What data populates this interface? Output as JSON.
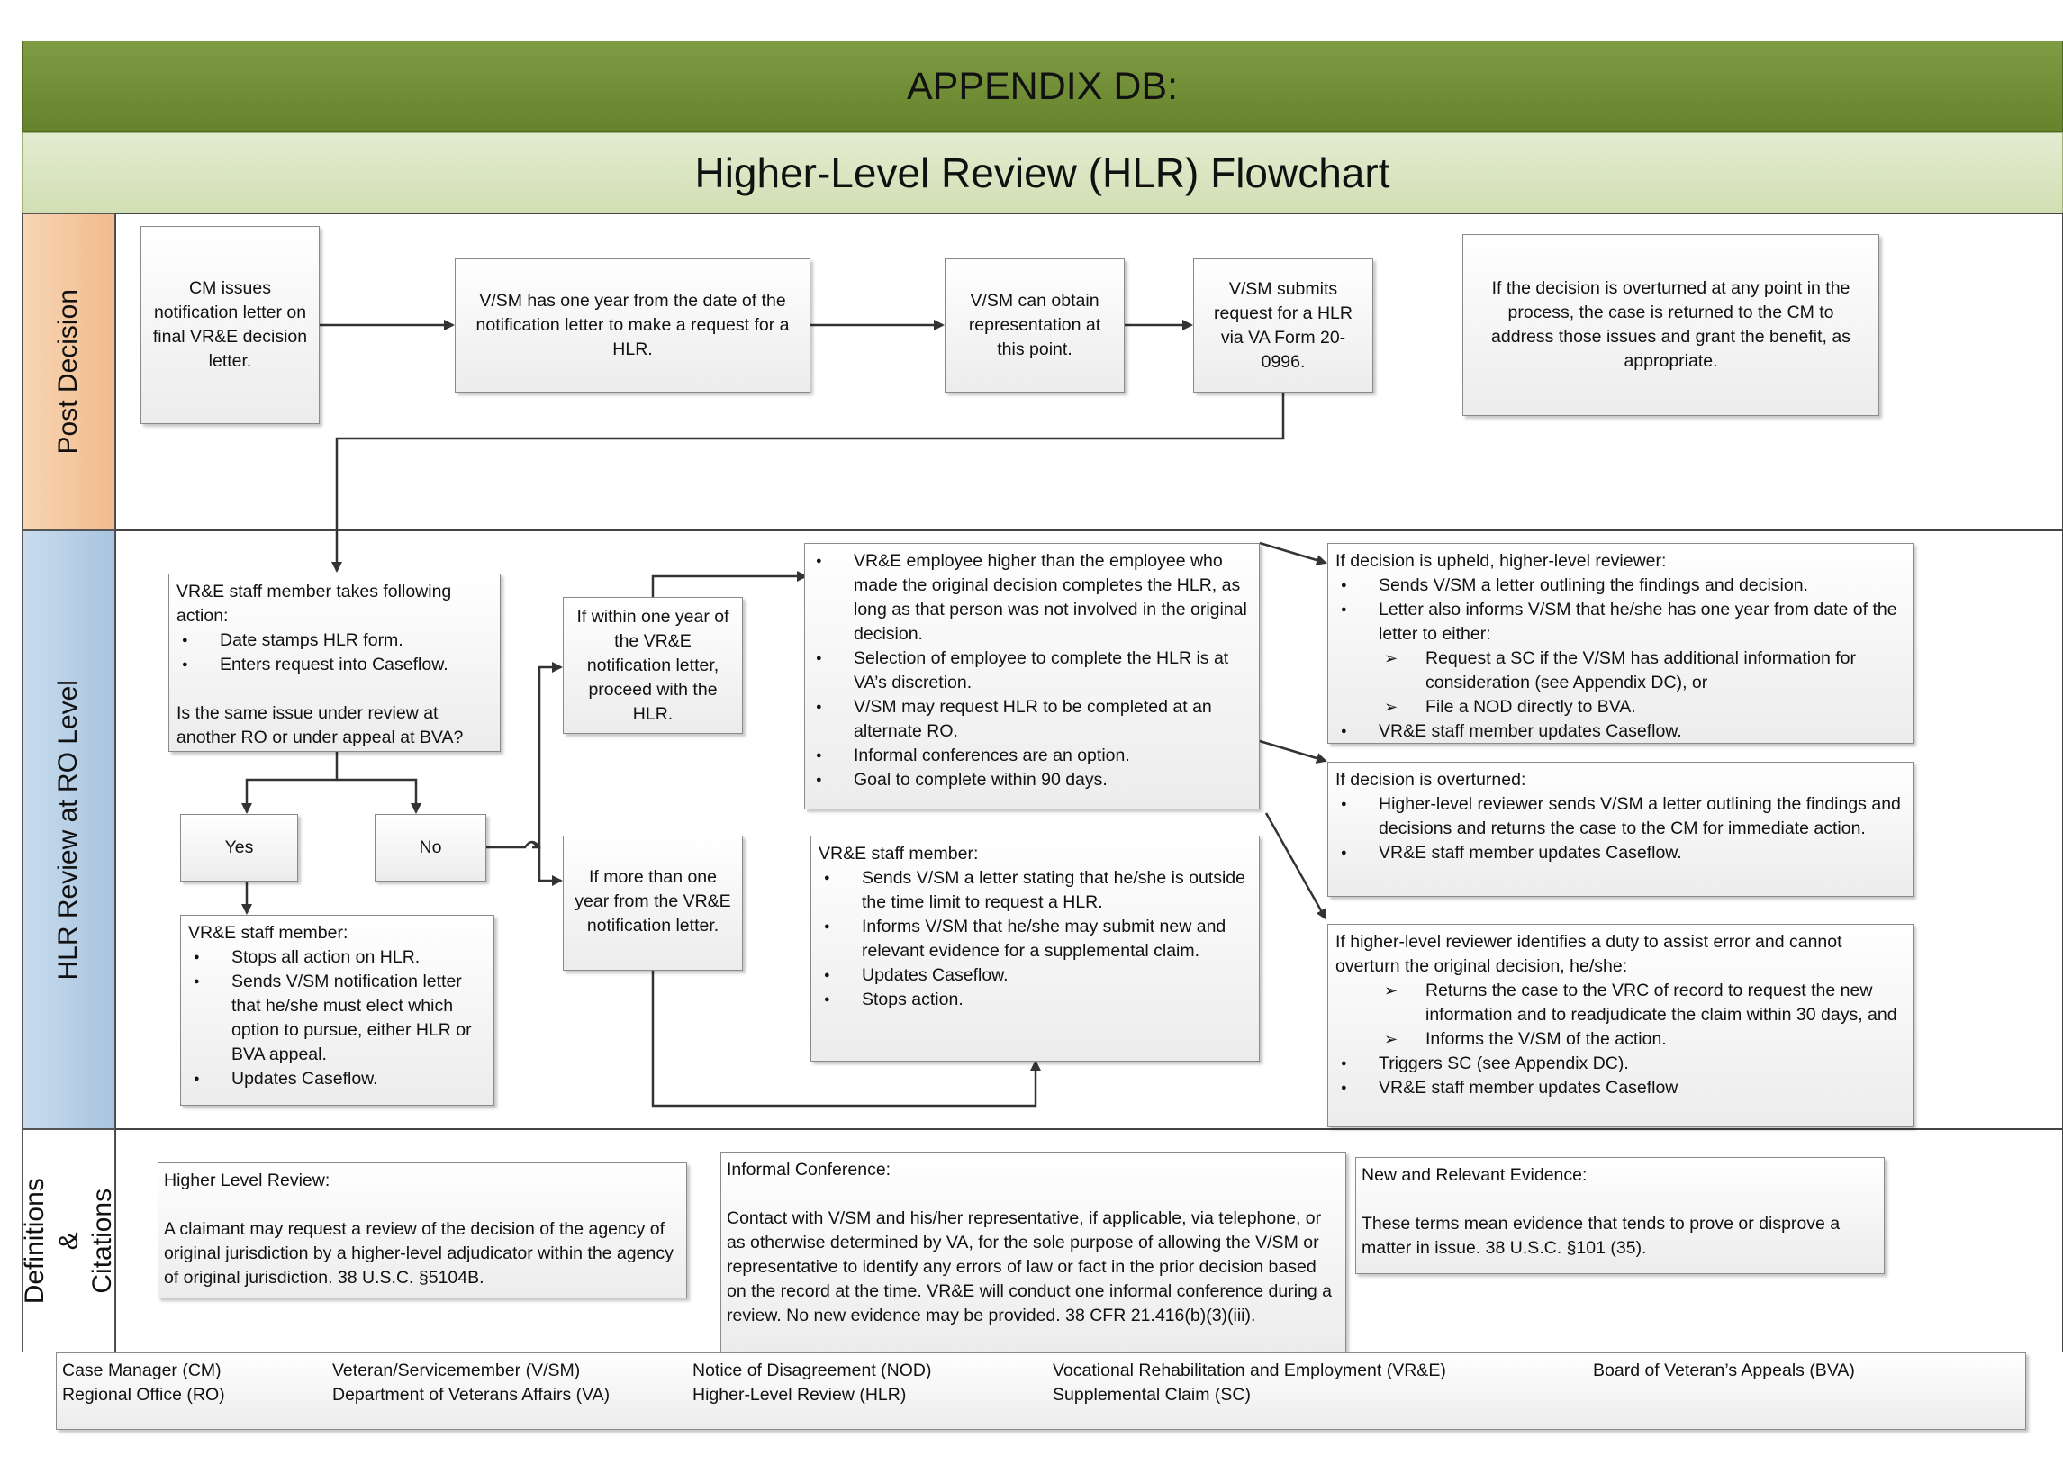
{
  "header": {
    "appendix": "APPENDIX DB:",
    "title": "Higher-Level Review (HLR) Flowchart"
  },
  "lanes": {
    "post_decision": "Post Decision",
    "hlr_review": "HLR Review at RO Level",
    "definitions": "Definitions & Citations"
  },
  "colors": {
    "title_green": "#7f9b43",
    "subtitle_green": "#d2dfb4",
    "post_decision_orange": "#f5c9a0",
    "hlr_blue": "#b8d0e6",
    "definitions_white": "#ffffff"
  },
  "post_decision": {
    "cm_issues": "CM issues notification letter on final VR&E decision letter.",
    "one_year": "V/SM has one year from the date of the notification letter to make a request for a HLR.",
    "representation": "V/SM can obtain representation at this point.",
    "submits": "V/SM submits request for a HLR via VA Form 20-0996.",
    "overturned_note": "If the decision is overturned at any point in the process, the case is returned to the CM to address those issues and grant the benefit, as appropriate."
  },
  "hlr": {
    "staff_action": {
      "intro": "VR&E staff member takes following action:",
      "items": [
        "Date stamps HLR form.",
        "Enters request into Caseflow."
      ],
      "question": "Is the same issue under review at another RO or under appeal at BVA?"
    },
    "yes": "Yes",
    "no": "No",
    "yes_action": {
      "intro": "VR&E staff member:",
      "items": [
        "Stops all action on HLR.",
        "Sends V/SM notification letter that he/she must elect which option to pursue, either HLR or BVA appeal.",
        "Updates Caseflow."
      ]
    },
    "within_year": "If within one year of the VR&E notification letter, proceed with the HLR.",
    "more_than_year": "If more than one year from the VR&E notification letter.",
    "employee_higher": {
      "items": [
        "VR&E employee higher than the employee who made the original decision completes the HLR, as long as that person was not involved in the original decision.",
        "Selection of employee to complete the HLR is at VA’s discretion.",
        "V/SM may request HLR to be completed at an alternate RO.",
        "Informal conferences are an option.",
        "Goal to complete within 90 days."
      ]
    },
    "late_action": {
      "intro": "VR&E staff member:",
      "items": [
        "Sends V/SM a letter stating that he/she is outside the time limit to request a HLR.",
        "Informs V/SM that he/she may submit new and relevant evidence for a supplemental claim.",
        "Updates Caseflow.",
        "Stops action."
      ]
    },
    "upheld": {
      "intro": "If decision is upheld, higher-level reviewer:",
      "items": [
        "Sends V/SM a letter outlining the findings and decision.",
        "Letter also informs V/SM that he/she has one year from date of the letter to either:"
      ],
      "sub": [
        "Request a SC if the V/SM has additional information for consideration (see Appendix DC), or",
        "File a NOD directly to BVA."
      ],
      "last": "VR&E staff member updates Caseflow."
    },
    "overturned": {
      "intro": "If decision is overturned:",
      "items": [
        "Higher-level reviewer sends V/SM a letter outlining the findings and decisions and returns the case to the CM for immediate action.",
        "VR&E staff member updates Caseflow."
      ]
    },
    "duty_assist": {
      "intro": "If higher-level reviewer identifies a duty to assist error and cannot overturn the original decision, he/she:",
      "sub": [
        "Returns the case to the VRC of record to request the new information and to readjudicate the claim within 30 days, and",
        "Informs the V/SM of the action."
      ],
      "items": [
        "Triggers SC  (see Appendix DC).",
        "VR&E staff member updates Caseflow"
      ]
    }
  },
  "definitions": {
    "hlr": {
      "heading": "Higher Level Review:",
      "text": "A claimant may request a review of the decision of the agency of original jurisdiction by a higher-level adjudicator within the agency of original jurisdiction.  38 U.S.C. §5104B."
    },
    "informal": {
      "heading": "Informal Conference:",
      "text": "Contact with V/SM and his/her representative, if applicable, via telephone, or as otherwise determined by VA, for the sole purpose of allowing the V/SM or representative to identify any errors of law or fact in the prior decision based on the record at the time.  VR&E will conduct one informal conference during a review. No new evidence may be provided.  38 CFR 21.416(b)(3)(iii)."
    },
    "evidence": {
      "heading": "New and Relevant Evidence:",
      "text": "These terms mean evidence that tends to prove or disprove a matter in issue.  38 U.S.C. §101 (35)."
    }
  },
  "legend": {
    "col1": [
      "Case Manager (CM)",
      "Regional Office (RO)"
    ],
    "col2": [
      "Veteran/Servicemember (V/SM)",
      "Department of Veterans Affairs (VA)"
    ],
    "col3": [
      "Notice of Disagreement (NOD)",
      "Higher-Level Review (HLR)"
    ],
    "col4": [
      "Vocational Rehabilitation and Employment (VR&E)",
      "Supplemental Claim (SC)"
    ],
    "col5": [
      "Board of Veteran’s Appeals (BVA)"
    ]
  }
}
